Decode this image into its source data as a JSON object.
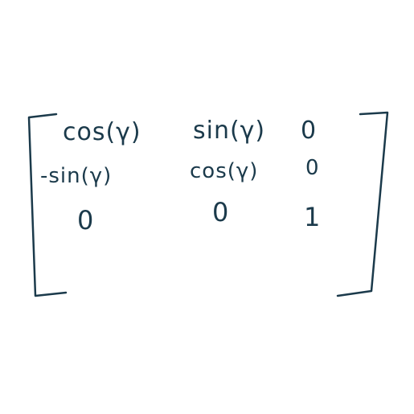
{
  "matrix": {
    "rows": [
      [
        "cos(γ)",
        "sin(γ)",
        "0"
      ],
      [
        "-sin(γ)",
        "cos(γ)",
        "0"
      ],
      [
        "0",
        "0",
        "1"
      ]
    ]
  },
  "colors": {
    "ink": "#1b3a4b",
    "background": "#ffffff"
  }
}
